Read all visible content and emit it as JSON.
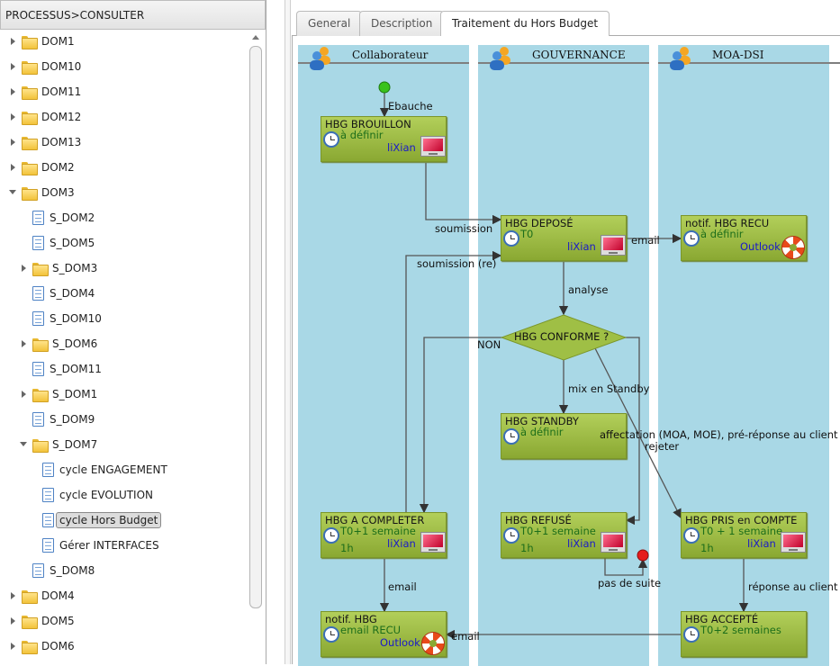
{
  "left_panel": {
    "header": "PROCESSUS>CONSULTER",
    "tree": [
      {
        "label": "DOM1",
        "kind": "folder",
        "toggle": "closed",
        "depth": 0
      },
      {
        "label": "DOM10",
        "kind": "folder",
        "toggle": "closed",
        "depth": 0
      },
      {
        "label": "DOM11",
        "kind": "folder",
        "toggle": "closed",
        "depth": 0
      },
      {
        "label": "DOM12",
        "kind": "folder",
        "toggle": "closed",
        "depth": 0
      },
      {
        "label": "DOM13",
        "kind": "folder",
        "toggle": "closed",
        "depth": 0
      },
      {
        "label": "DOM2",
        "kind": "folder",
        "toggle": "closed",
        "depth": 0
      },
      {
        "label": "DOM3",
        "kind": "folder",
        "toggle": "open",
        "depth": 0
      },
      {
        "label": "S_DOM2",
        "kind": "doc",
        "toggle": "",
        "depth": 1
      },
      {
        "label": "S_DOM5",
        "kind": "doc",
        "toggle": "",
        "depth": 1
      },
      {
        "label": "S_DOM3",
        "kind": "folder",
        "toggle": "closed",
        "depth": 1
      },
      {
        "label": "S_DOM4",
        "kind": "doc",
        "toggle": "",
        "depth": 1
      },
      {
        "label": "S_DOM10",
        "kind": "doc",
        "toggle": "",
        "depth": 1
      },
      {
        "label": "S_DOM6",
        "kind": "folder",
        "toggle": "closed",
        "depth": 1
      },
      {
        "label": "S_DOM11",
        "kind": "doc",
        "toggle": "",
        "depth": 1
      },
      {
        "label": "S_DOM1",
        "kind": "folder",
        "toggle": "closed",
        "depth": 1
      },
      {
        "label": "S_DOM9",
        "kind": "doc",
        "toggle": "",
        "depth": 1
      },
      {
        "label": "S_DOM7",
        "kind": "folder",
        "toggle": "open",
        "depth": 1
      },
      {
        "label": "cycle ENGAGEMENT",
        "kind": "doc",
        "toggle": "",
        "depth": 2
      },
      {
        "label": "cycle EVOLUTION",
        "kind": "doc",
        "toggle": "",
        "depth": 2
      },
      {
        "label": "cycle Hors Budget",
        "kind": "doc",
        "toggle": "",
        "depth": 2,
        "selected": true
      },
      {
        "label": "Gérer INTERFACES",
        "kind": "doc",
        "toggle": "",
        "depth": 2
      },
      {
        "label": "S_DOM8",
        "kind": "doc",
        "toggle": "",
        "depth": 1
      },
      {
        "label": "DOM4",
        "kind": "folder",
        "toggle": "closed",
        "depth": 0
      },
      {
        "label": "DOM5",
        "kind": "folder",
        "toggle": "closed",
        "depth": 0
      },
      {
        "label": "DOM6",
        "kind": "folder",
        "toggle": "closed",
        "depth": 0
      }
    ]
  },
  "tabs": [
    {
      "label": "General",
      "active": false
    },
    {
      "label": "Description",
      "active": false
    },
    {
      "label": "Traitement du Hors Budget",
      "active": true
    }
  ],
  "lanes": [
    "Collaborateur",
    "GOUVERNANCE",
    "MOA-DSI"
  ],
  "nodes": {
    "brouillon": {
      "title": "HBG BROUILLON",
      "status": "à définir",
      "user": "liXian"
    },
    "depose": {
      "title": "HBG DEPOSÉ",
      "status": "T0",
      "user": "liXian"
    },
    "notif_recu": {
      "title": "notif. HBG RECU",
      "status": "à définir",
      "user": "Outlook"
    },
    "conforme": {
      "title": "HBG CONFORME ?"
    },
    "standby": {
      "title": "HBG STANDBY",
      "status": "à définir"
    },
    "a_completer": {
      "title": "HBG A COMPLETER",
      "status": "T0+1 semaine",
      "duration": "1h",
      "user": "liXian"
    },
    "refuse": {
      "title": "HBG REFUSÉ",
      "status": "T0+1 semaine",
      "duration": "1h",
      "user": "liXian"
    },
    "pris_en_compte": {
      "title": "HBG PRIS en COMPTE",
      "status": "T0 + 1 semaine",
      "duration": "1h",
      "user": "liXian"
    },
    "notif_hbg": {
      "title": "notif. HBG",
      "status": "email RECU",
      "user": "Outlook"
    },
    "accepte": {
      "title": "HBG ACCEPTÉ",
      "status": "T0+2 semaines"
    }
  },
  "transitions": {
    "ebauche": "Ebauche",
    "soumission": "soumission",
    "soumission_re": "soumission (re)",
    "email_1": "email",
    "analyse": "analyse",
    "non": "NON",
    "mix_standby": "mix en Standby",
    "affectation": "affectation (MOA, MOE), pré-réponse au client",
    "rejeter": "rejeter",
    "pas_de_suite": "pas de suite",
    "email_2": "email",
    "reponse_client": "réponse au client",
    "email_3": "email"
  }
}
